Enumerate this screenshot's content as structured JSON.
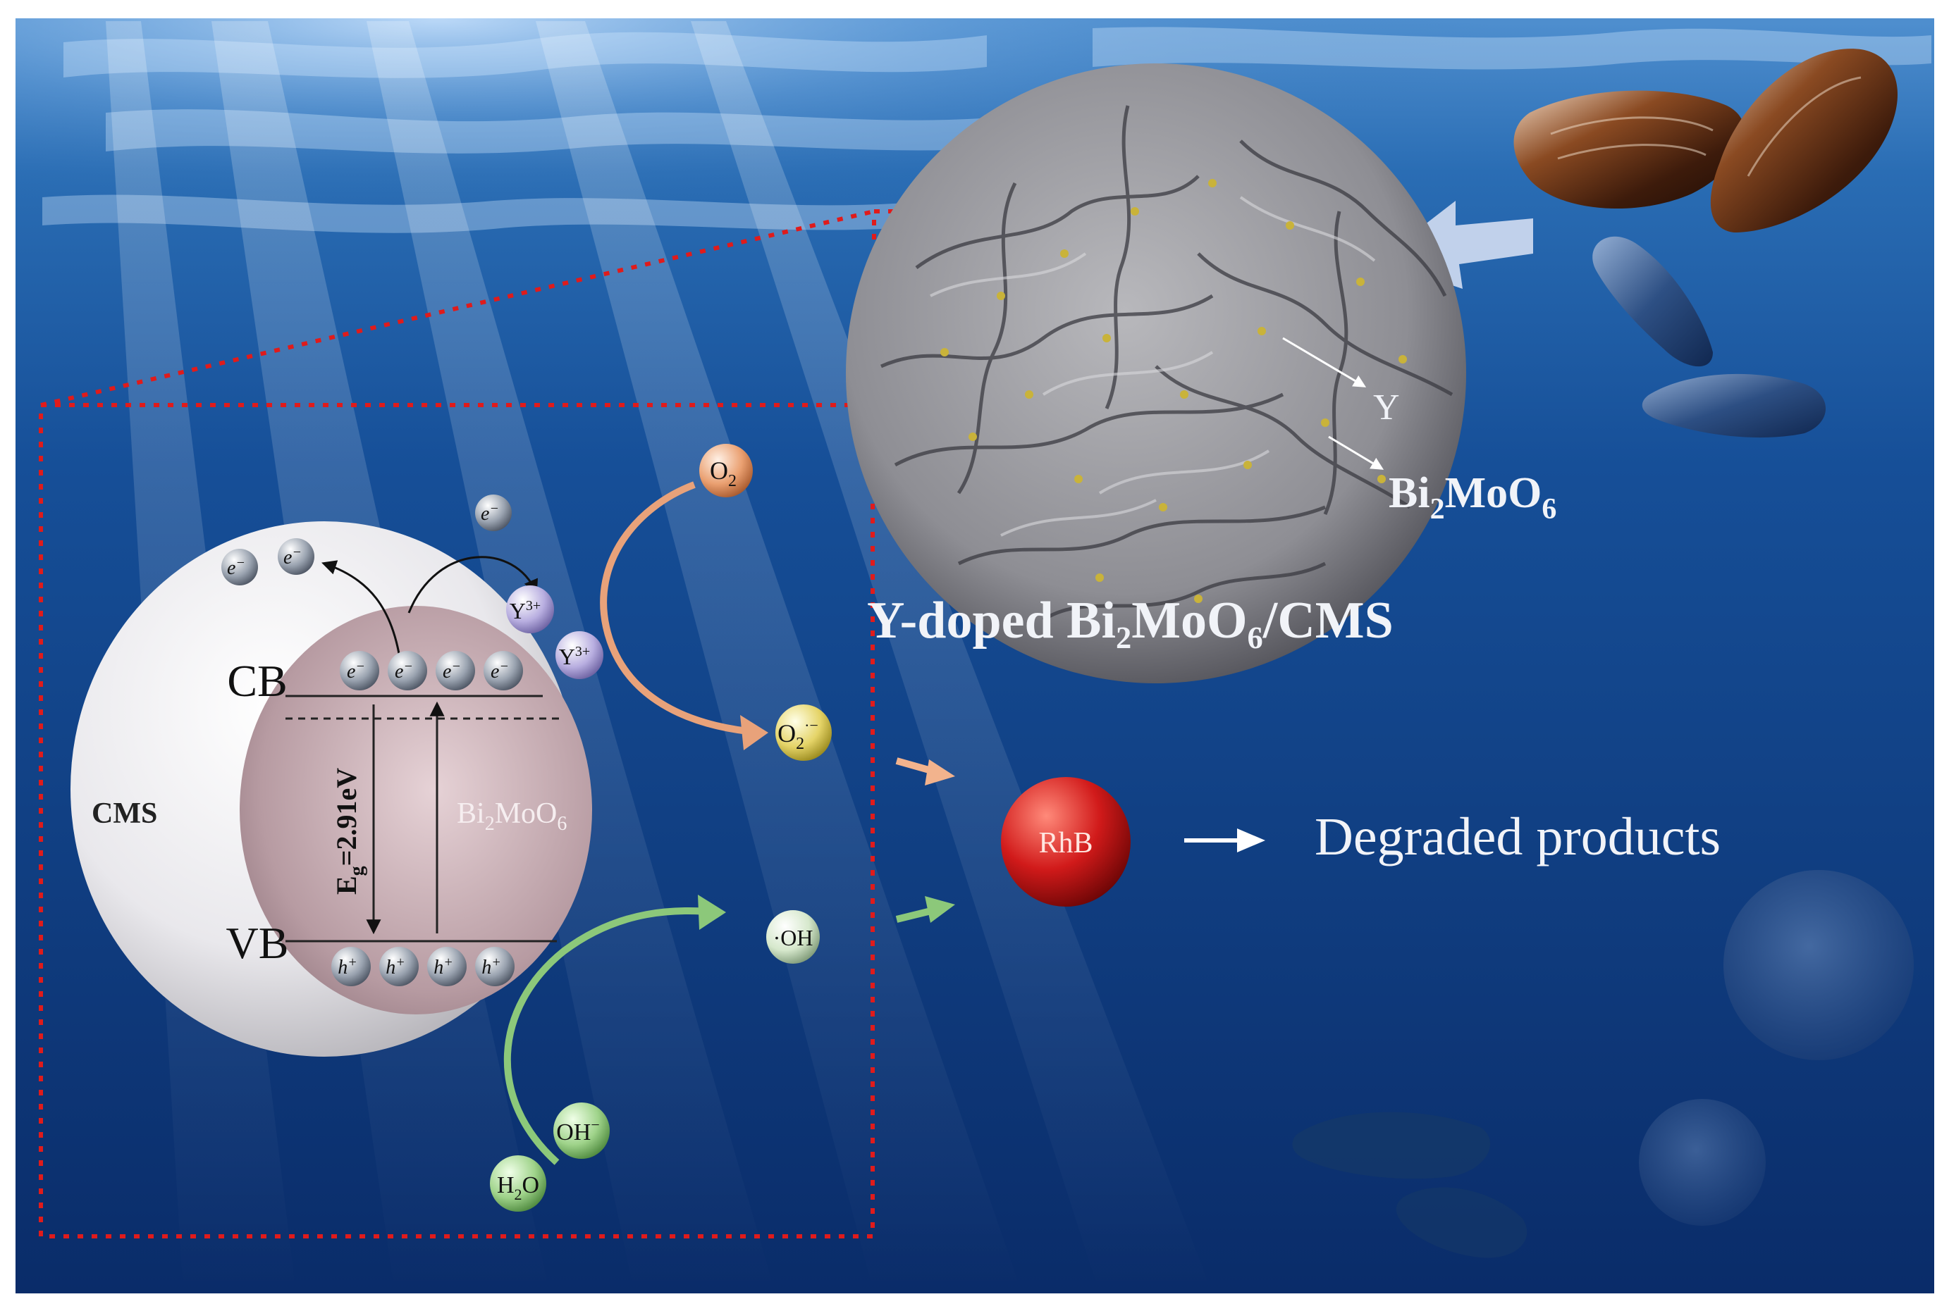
{
  "mechanism": {
    "carrier_label": "CMS",
    "semiconductor_label_main": "Bi",
    "semiconductor_label_sub1": "2",
    "semiconductor_label_mid": "MoO",
    "semiconductor_label_sub2": "6",
    "cb_label": "CB",
    "vb_label": "VB",
    "bandgap_label_main": "E",
    "bandgap_label_sub": "g",
    "bandgap_label_value": "=2.91eV",
    "electron_symbol": "e",
    "electron_charge": "−",
    "hole_symbol": "h",
    "hole_charge": "+",
    "yttrium_symbol": "Y",
    "yttrium_charge": "3+"
  },
  "species": {
    "o2_main": "O",
    "o2_sub": "2",
    "superoxide_main": "O",
    "superoxide_sub": "2",
    "superoxide_sup": "·−",
    "hydroxyl_radical": "·OH",
    "hydroxide": "OH",
    "hydroxide_sup": "−",
    "water_main": "H",
    "water_sub": "2",
    "water_end": "O",
    "dye": "RhB"
  },
  "products_label": "Degraded products",
  "microsphere": {
    "y_label": "Y",
    "bmo_main": "Bi",
    "bmo_sub1": "2",
    "bmo_mid": "MoO",
    "bmo_sub2": "6"
  },
  "composite_title": "Y-doped Bi₂MoO₆/CMS",
  "colors": {
    "ocean_dark": "#0b2f6e",
    "ocean_mid": "#164f98",
    "highlight_box": "#e01b1b",
    "dye_red": "#d11a1a",
    "o2_orange": "#e8a27a",
    "oh_green": "#8cc87a",
    "text_light": "#f1f3f8"
  }
}
